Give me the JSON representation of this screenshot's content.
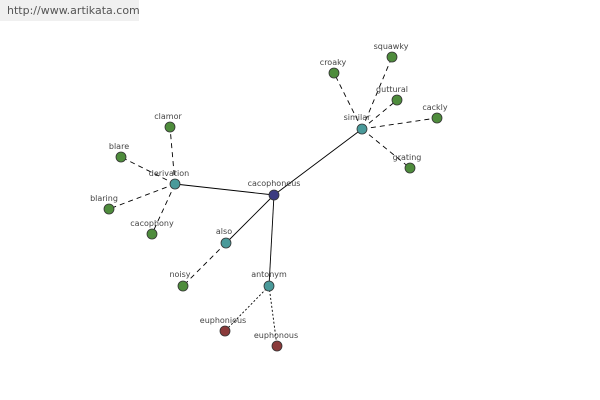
{
  "source_url": "http://www.artikata.com",
  "colors": {
    "center": "#3b3b80",
    "relation": "#4a9a9a",
    "synonym": "#4e8c3c",
    "antonym": "#8a3a3a",
    "edge": "#000000"
  },
  "graph": {
    "nodes": [
      {
        "id": "cacophoneus",
        "label": "cacophoneus",
        "kind": "center"
      },
      {
        "id": "similar",
        "label": "similar",
        "kind": "relation"
      },
      {
        "id": "derivation",
        "label": "derivation",
        "kind": "relation"
      },
      {
        "id": "also",
        "label": "also",
        "kind": "relation"
      },
      {
        "id": "antonym",
        "label": "antonym",
        "kind": "relation"
      },
      {
        "id": "croaky",
        "label": "croaky",
        "kind": "synonym"
      },
      {
        "id": "squawky",
        "label": "squawky",
        "kind": "synonym"
      },
      {
        "id": "guttural",
        "label": "guttural",
        "kind": "synonym"
      },
      {
        "id": "cackly",
        "label": "cackly",
        "kind": "synonym"
      },
      {
        "id": "grating",
        "label": "grating",
        "kind": "synonym"
      },
      {
        "id": "clamor",
        "label": "clamor",
        "kind": "synonym"
      },
      {
        "id": "blare",
        "label": "blare",
        "kind": "synonym"
      },
      {
        "id": "blaring",
        "label": "blaring",
        "kind": "synonym"
      },
      {
        "id": "cacophony",
        "label": "cacophony",
        "kind": "synonym"
      },
      {
        "id": "noisy",
        "label": "noisy",
        "kind": "synonym"
      },
      {
        "id": "euphonious",
        "label": "euphonious",
        "kind": "antonym"
      },
      {
        "id": "euphonous",
        "label": "euphonous",
        "kind": "antonym"
      }
    ],
    "edges": [
      {
        "from": "cacophoneus",
        "to": "similar",
        "style": "solid"
      },
      {
        "from": "cacophoneus",
        "to": "derivation",
        "style": "solid"
      },
      {
        "from": "cacophoneus",
        "to": "also",
        "style": "solid"
      },
      {
        "from": "cacophoneus",
        "to": "antonym",
        "style": "solid"
      },
      {
        "from": "similar",
        "to": "croaky",
        "style": "dashed"
      },
      {
        "from": "similar",
        "to": "squawky",
        "style": "dashed"
      },
      {
        "from": "similar",
        "to": "guttural",
        "style": "dashed"
      },
      {
        "from": "similar",
        "to": "cackly",
        "style": "dashed"
      },
      {
        "from": "similar",
        "to": "grating",
        "style": "dashed"
      },
      {
        "from": "derivation",
        "to": "clamor",
        "style": "dashed"
      },
      {
        "from": "derivation",
        "to": "blare",
        "style": "dashed"
      },
      {
        "from": "derivation",
        "to": "blaring",
        "style": "dashed"
      },
      {
        "from": "derivation",
        "to": "cacophony",
        "style": "dashed"
      },
      {
        "from": "also",
        "to": "noisy",
        "style": "dashed"
      },
      {
        "from": "antonym",
        "to": "euphonious",
        "style": "dotted"
      },
      {
        "from": "antonym",
        "to": "euphonous",
        "style": "dotted"
      }
    ]
  }
}
